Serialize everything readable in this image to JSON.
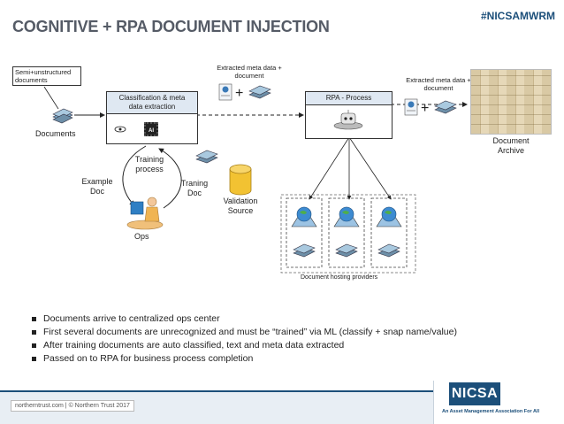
{
  "header": {
    "title": "COGNITIVE + RPA DOCUMENT INJECTION",
    "hashtag": "#NICSAMWRM"
  },
  "diagram": {
    "semi_unstructured_label": "Semi+unstructured documents",
    "documents_label": "Documents",
    "classification_box_label": "Classification & meta data extraction",
    "ai_chip_label": "AI",
    "extracted_meta_1": "Extracted meta data + document",
    "rpa_box_label": "RPA - Process",
    "extracted_meta_2": "Extracted meta data + document",
    "document_archive_label": "Document Archive",
    "training_process_label": "Training process",
    "example_doc_label": "Example Doc",
    "training_doc_label": "Traning Doc",
    "validation_source_label": "Validation Source",
    "ops_label": "Ops",
    "hosting_providers_label": "Document hosting providers"
  },
  "bullets": [
    "Documents arrive to centralized ops center",
    "First several documents are unrecognized and must be “trained” via ML (classify + snap name/value)",
    "After training documents are auto classified, text and meta data extracted",
    "Passed on to RPA for business process completion"
  ],
  "footer": {
    "site_text": "northerntrust.com  |  © Northern Trust   2017",
    "logo_text": "NICSA",
    "logo_tagline": "An Asset Management Association For All"
  },
  "colors": {
    "title": "#555b66",
    "accent": "#1c4f7a",
    "box_header": "#dfe8f2"
  }
}
